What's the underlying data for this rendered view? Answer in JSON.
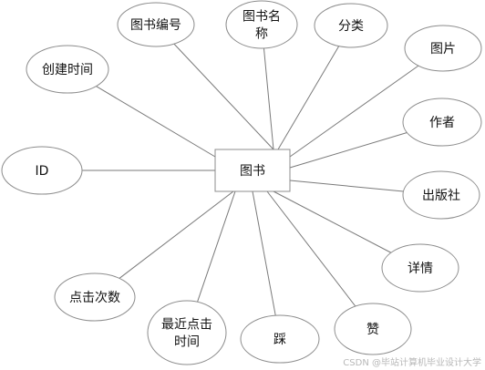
{
  "entity": {
    "label": "图书"
  },
  "attributes": [
    {
      "id": "book-no",
      "lines": [
        "图书编号"
      ]
    },
    {
      "id": "book-name",
      "lines": [
        "图书名",
        "称"
      ]
    },
    {
      "id": "category",
      "lines": [
        "分类"
      ]
    },
    {
      "id": "image",
      "lines": [
        "图片"
      ]
    },
    {
      "id": "create-time",
      "lines": [
        "创建时间"
      ]
    },
    {
      "id": "author",
      "lines": [
        "作者"
      ]
    },
    {
      "id": "id",
      "lines": [
        "ID"
      ]
    },
    {
      "id": "publisher",
      "lines": [
        "出版社"
      ]
    },
    {
      "id": "detail",
      "lines": [
        "详情"
      ]
    },
    {
      "id": "click-count",
      "lines": [
        "点击次数"
      ]
    },
    {
      "id": "last-click-time",
      "lines": [
        "最近点击",
        "时间"
      ]
    },
    {
      "id": "dislike",
      "lines": [
        "踩"
      ]
    },
    {
      "id": "like",
      "lines": [
        "赞"
      ]
    }
  ],
  "watermark": "CSDN @毕站计算机毕业设计大学"
}
